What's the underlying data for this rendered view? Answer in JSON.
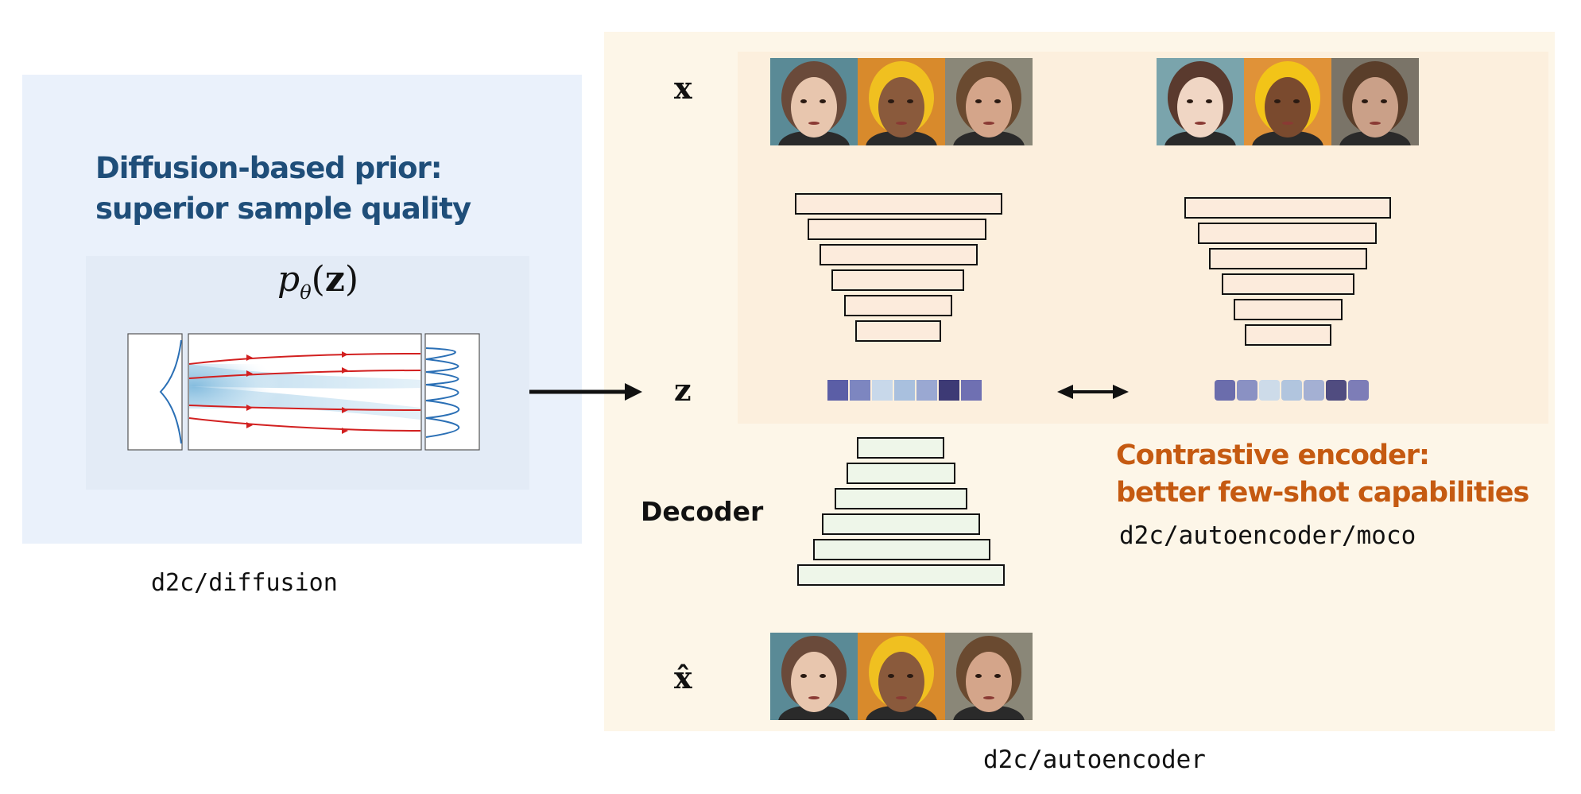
{
  "prior": {
    "title_line1": "Diffusion-based prior:",
    "title_line2": "superior sample quality",
    "code_path": "d2c/diffusion",
    "formula": {
      "p": "p",
      "sub": "θ",
      "lparen": "(",
      "z": "z",
      "rparen": ")"
    }
  },
  "autoencoder": {
    "label_x": "x",
    "label_z": "z",
    "label_xhat": "x̂",
    "decoder_label": "Decoder",
    "code_path": "d2c/autoencoder"
  },
  "contrastive": {
    "title_line1": "Contrastive encoder:",
    "title_line2": "better few-shot capabilities",
    "code_path": "d2c/autoencoder/moco"
  },
  "colors": {
    "prior_title": "#1f4e79",
    "contrastive_title": "#c55a11",
    "prior_panel": "#eaf1fb",
    "autoencoder_panel": "#fdf6e8",
    "encoder_block": "#fcebdc",
    "decoder_block": "#eef6e9",
    "flow_lines": "#d22020",
    "density_curves": "#2a6fb5"
  },
  "latent_code_colors": [
    "#5b5ea6",
    "#7d86c0",
    "#c8d8ea",
    "#a9c0de",
    "#9aa8d2",
    "#3d3a75",
    "#6f70b2"
  ],
  "faces": [
    {
      "bg": "#5a8a96",
      "skin": "#e8c6ae",
      "hair": "#6a4a3a"
    },
    {
      "bg": "#d88a2c",
      "skin": "#8a5a3c",
      "hair": "#f0c020"
    },
    {
      "bg": "#8a8778",
      "skin": "#d4a58a",
      "hair": "#6a4a30"
    }
  ],
  "faces_x_right": [
    {
      "bg": "#7aa4ac",
      "skin": "#f0d6c4",
      "hair": "#5a3a2e"
    },
    {
      "bg": "#e09238",
      "skin": "#7a4a2e",
      "hair": "#f2c418"
    },
    {
      "bg": "#7a7468",
      "skin": "#caa088",
      "hair": "#5a3e2a"
    }
  ],
  "icons": [
    "right-arrow-icon",
    "double-arrow-icon"
  ]
}
